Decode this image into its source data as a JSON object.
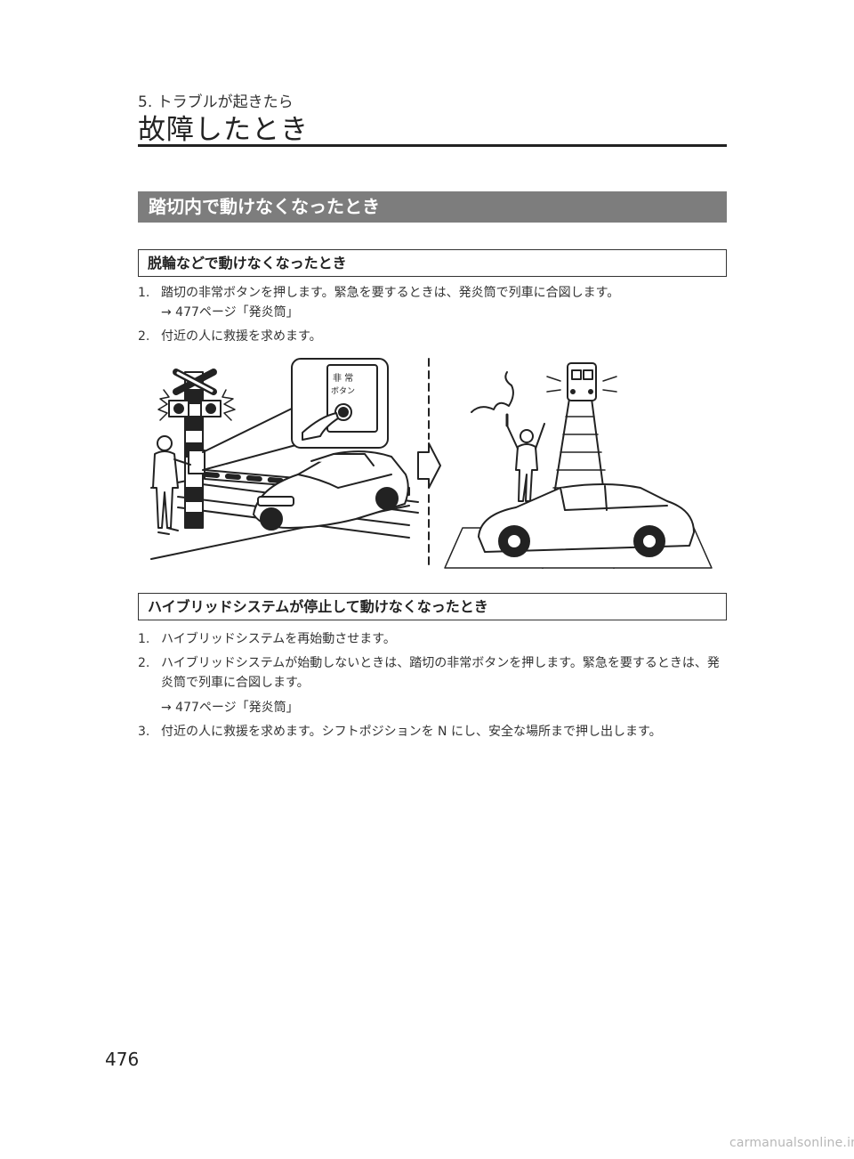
{
  "header": {
    "chapter": "5. トラブルが起きたら",
    "title": "故障したとき"
  },
  "section": {
    "title": "踏切内で動けなくなったとき"
  },
  "sub1": {
    "title": "脱輪などで動けなくなったとき",
    "steps": [
      {
        "num": "1.",
        "text": "踏切の非常ボタンを押します。緊急を要するときは、発炎筒で列車に合図します。",
        "ref": "→ 477ページ「発炎筒」"
      },
      {
        "num": "2.",
        "text": "付近の人に救援を求めます。"
      }
    ]
  },
  "illustration": {
    "button_label_line1": "非 常",
    "button_label_line2": "ボタン"
  },
  "sub2": {
    "title": "ハイブリッドシステムが停止して動けなくなったとき",
    "steps": [
      {
        "num": "1.",
        "text": "ハイブリッドシステムを再始動させます。"
      },
      {
        "num": "2.",
        "text": "ハイブリッドシステムが始動しないときは、踏切の非常ボタンを押します。緊急を要するときは、発炎筒で列車に合図します。",
        "ref": "→ 477ページ「発炎筒」"
      },
      {
        "num": "3.",
        "text": "付近の人に救援を求めます。シフトポジションを N にし、安全な場所まで押し出します。"
      }
    ]
  },
  "footer": {
    "page_number": "476",
    "watermark": "carmanualsonline.info"
  }
}
